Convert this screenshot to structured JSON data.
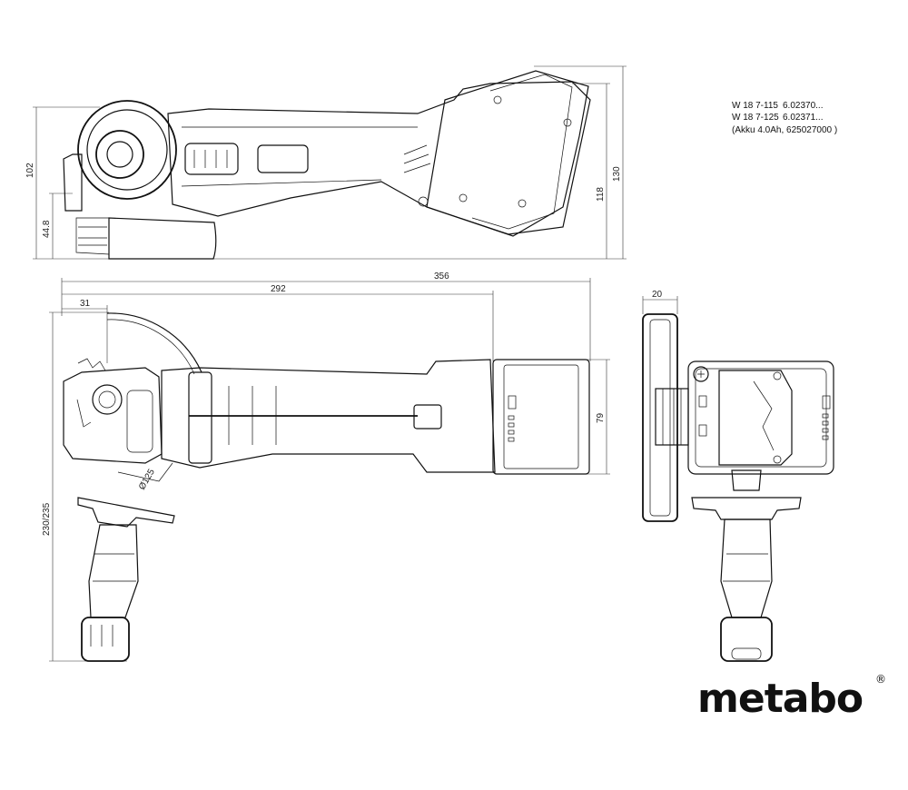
{
  "notes": {
    "line1_model": "W 18 7-115",
    "line1_code": "6.02370...",
    "line2_model": "W 18 7-125",
    "line2_code": "6.02371...",
    "line3": "(Akku 4.0Ah, 625027000 )"
  },
  "dimensions": {
    "top_height_102": "102",
    "top_height_44_8": "44.8",
    "top_height_118": "118",
    "top_height_130": "130",
    "length_356": "356",
    "length_292": "292",
    "length_31": "31",
    "height_230_235": "230/235",
    "width_79": "79",
    "front_width_20": "20",
    "disc_diameter": "Ø125"
  },
  "brand": {
    "logo": "metabo",
    "registered": "®"
  }
}
